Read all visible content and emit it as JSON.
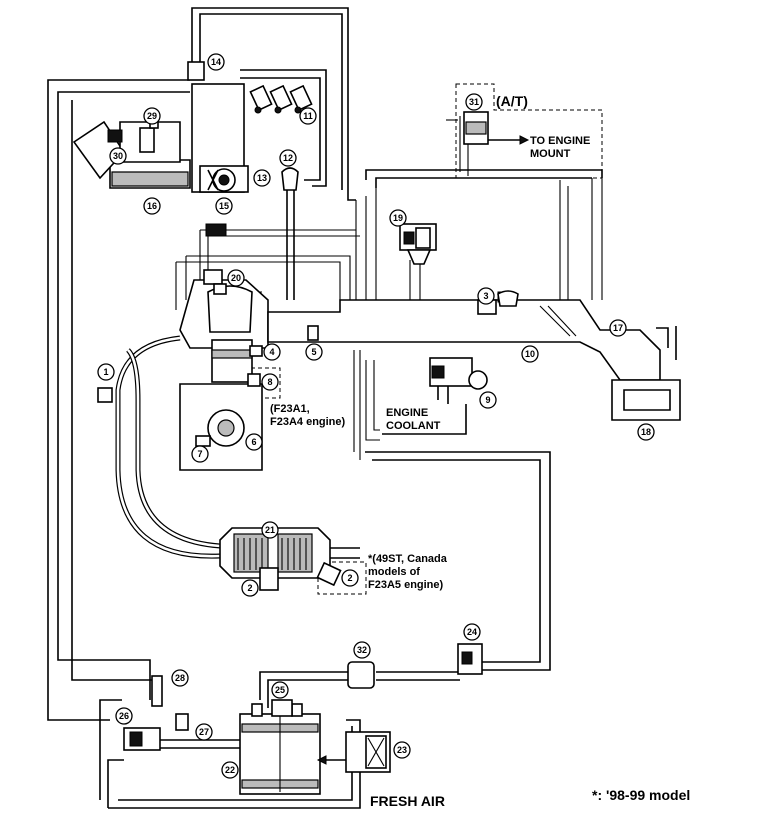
{
  "labels": {
    "to_engine_mount_line1": "TO ENGINE",
    "to_engine_mount_line2": "MOUNT",
    "at": "(A/T)",
    "engine_note_line1": "(F23A1,",
    "engine_note_line2": "F23A4 engine)",
    "engine_coolant_line1": "ENGINE",
    "engine_coolant_line2": "COOLANT",
    "note49_line1": "*(49ST, Canada",
    "note49_line2": "models of",
    "note49_line3": "F23A5 engine)",
    "fresh_air": "FRESH AIR",
    "model_note": "*: '98-99 model"
  },
  "callouts": [
    "1",
    "2",
    "3",
    "4",
    "5",
    "6",
    "7",
    "8",
    "9",
    "10",
    "11",
    "12",
    "13",
    "14",
    "15",
    "16",
    "17",
    "18",
    "19",
    "20",
    "21",
    "22",
    "23",
    "24",
    "25",
    "26",
    "27",
    "28",
    "29",
    "30",
    "31",
    "32",
    "2"
  ]
}
